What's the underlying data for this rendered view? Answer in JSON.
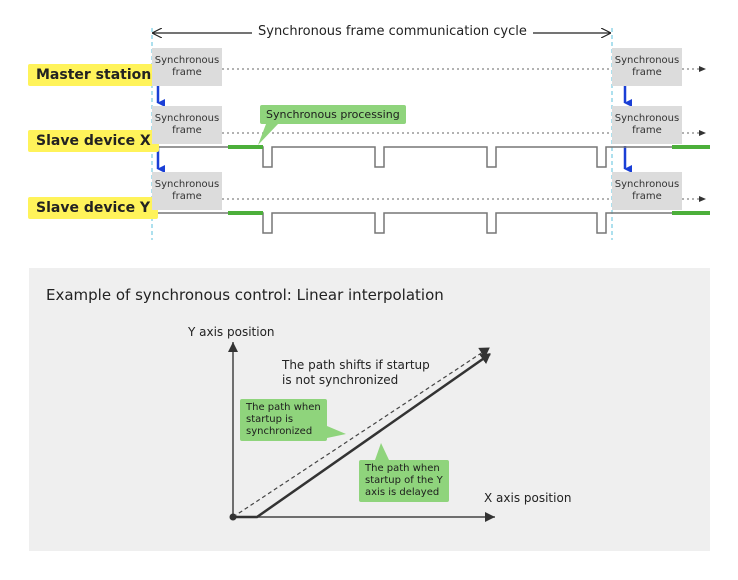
{
  "cycle_label": "Synchronous frame communication cycle",
  "stations": {
    "master": "Master station",
    "slave_x": "Slave device X",
    "slave_y": "Slave device Y"
  },
  "frame_label": "Synchronous\nframe",
  "sync_processing_label": "Synchronous processing",
  "example": {
    "title": "Example of synchronous control: Linear interpolation",
    "y_axis_label": "Y axis position",
    "x_axis_label": "X axis position",
    "shift_note": "The path shifts if startup\nis not synchronized",
    "synced_tag": "The path when\nstartup is\nsynchronized",
    "delayed_tag": "The path when\nstartup of the Y\naxis is delayed"
  },
  "colors": {
    "label_yellow": "#fff35a",
    "frame_gray": "#dcdcdc",
    "sync_green": "#4caf3a",
    "tag_green": "#8fd47c",
    "arrow_blue": "#1a3fd6",
    "cycle_dash": "#5bc0de"
  }
}
